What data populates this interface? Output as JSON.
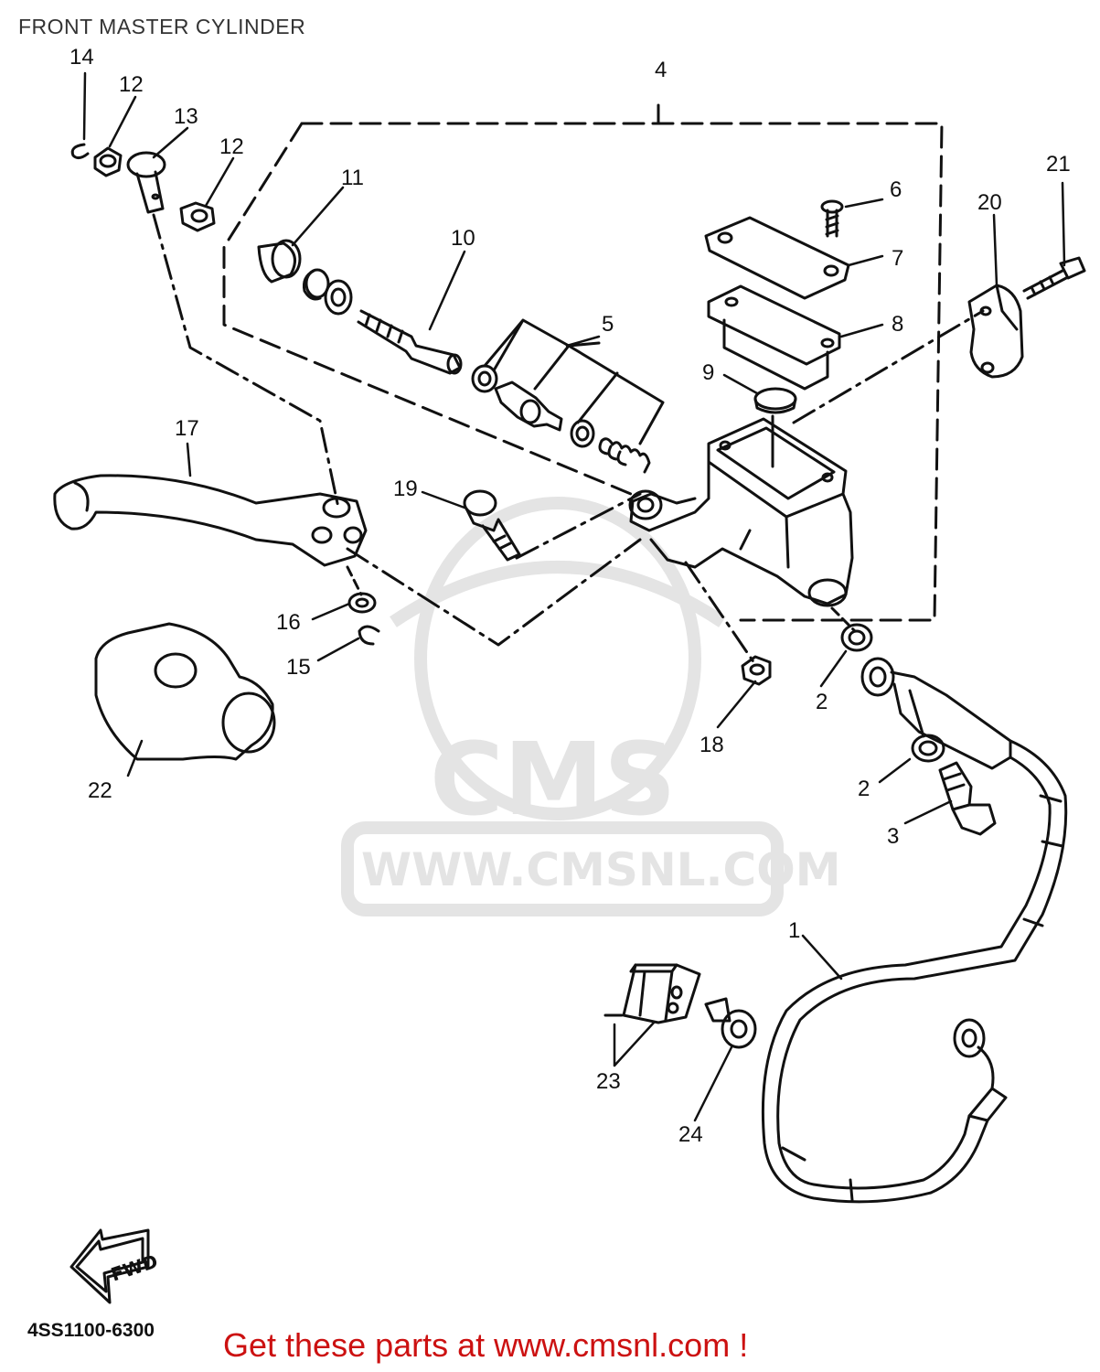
{
  "title": "FRONT MASTER CYLINDER",
  "diagram_code": "4SS1100-6300",
  "promo": "Get these parts at www.cmsnl.com !",
  "fwd_label": "FWD",
  "watermark": {
    "brand": "CMS",
    "url": "WWW.CMSNL.COM",
    "color": "#e4e4e4"
  },
  "callouts": [
    "1",
    "2",
    "2",
    "3",
    "4",
    "5",
    "6",
    "7",
    "8",
    "9",
    "10",
    "11",
    "12",
    "12",
    "13",
    "14",
    "15",
    "16",
    "17",
    "18",
    "19",
    "20",
    "21",
    "22",
    "23",
    "24"
  ],
  "colors": {
    "line": "#111111",
    "promo_text": "#cc1111"
  }
}
